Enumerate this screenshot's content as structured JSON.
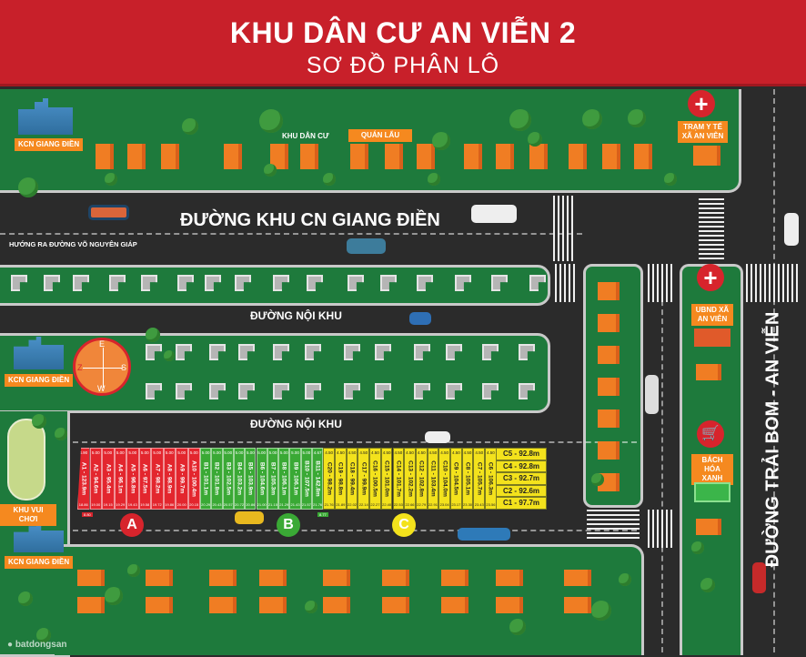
{
  "header": {
    "title": "KHU DÂN CƯ AN VIỄN 2",
    "subtitle": "SƠ ĐỒ PHÂN LÔ"
  },
  "roads": {
    "main": "ĐƯỜNG KHU CN GIANG ĐIỀN",
    "direction": "HƯỚNG RA ĐƯỜNG VÕ NGUYÊN GIÁP",
    "internal1": "ĐƯỜNG NỘI KHU",
    "internal2": "ĐƯỜNG NỘI KHU",
    "vertical": "ĐƯỜNG TRẢI BOM - AN VIỄN"
  },
  "labels": {
    "kcn1": "KCN GIANG ĐIỀN",
    "kcn2": "KCN GIANG ĐIỀN",
    "kcn3": "KCN GIANG ĐIỀN",
    "residential": "KHU DÂN CƯ",
    "quan_lau": "QUÁN LẨU",
    "clinic": "TRẠM Y TẾ XÃ AN VIỄN",
    "ubnd": "UBND XÃ AN VIỄN",
    "bach_hoa_xanh": "BÁCH HÓA XANH",
    "playground": "KHU VUI CHƠI",
    "watermark": "batdongsan"
  },
  "compass": {
    "n": "E",
    "s": "W",
    "w": "Z",
    "e": "S"
  },
  "zones": [
    {
      "name": "A",
      "color": "#d7242c"
    },
    {
      "name": "B",
      "color": "#3aa935"
    },
    {
      "name": "C",
      "color": "#f3e21c"
    }
  ],
  "extra_dims": {
    "a": "8.80",
    "b": "8.77"
  },
  "lots_row": [
    {
      "label": "A1 - 123.9m",
      "w": "4.90",
      "d": "18.86",
      "zone": "A"
    },
    {
      "label": "A2 - 94.6m",
      "w": "5.00",
      "d": "19.00",
      "zone": "A"
    },
    {
      "label": "A3 - 95.4m",
      "w": "5.00",
      "d": "19.15",
      "zone": "A"
    },
    {
      "label": "A4 - 96.1m",
      "w": "5.00",
      "d": "19.29",
      "zone": "A"
    },
    {
      "label": "A5 - 96.8m",
      "w": "5.00",
      "d": "19.43",
      "zone": "A"
    },
    {
      "label": "A6 - 97.5m",
      "w": "5.00",
      "d": "19.58",
      "zone": "A"
    },
    {
      "label": "A7 - 98.2m",
      "w": "5.00",
      "d": "19.72",
      "zone": "A"
    },
    {
      "label": "A8 - 98.9m",
      "w": "5.00",
      "d": "19.86",
      "zone": "A"
    },
    {
      "label": "A9 - 99.7m",
      "w": "5.00",
      "d": "20.00",
      "zone": "A"
    },
    {
      "label": "A10 - 100.4m",
      "w": "5.00",
      "d": "20.15",
      "zone": "A"
    },
    {
      "label": "B1 - 101.1m",
      "w": "5.00",
      "d": "20.29",
      "zone": "B"
    },
    {
      "label": "B2 - 101.8m",
      "w": "5.00",
      "d": "20.43",
      "zone": "B"
    },
    {
      "label": "B3 - 102.5m",
      "w": "5.00",
      "d": "20.57",
      "zone": "B"
    },
    {
      "label": "B4 - 103.2m",
      "w": "5.00",
      "d": "20.72",
      "zone": "B"
    },
    {
      "label": "B5 - 103.9m",
      "w": "5.00",
      "d": "20.86",
      "zone": "B"
    },
    {
      "label": "B6 - 104.6m",
      "w": "5.00",
      "d": "21.00",
      "zone": "B"
    },
    {
      "label": "B7 - 105.3m",
      "w": "5.00",
      "d": "21.15",
      "zone": "B"
    },
    {
      "label": "B8 - 106.1m",
      "w": "5.00",
      "d": "21.29",
      "zone": "B"
    },
    {
      "label": "B9 - 106.1m",
      "w": "5.00",
      "d": "21.43",
      "zone": "B"
    },
    {
      "label": "B10 - 107.5m",
      "w": "5.00",
      "d": "21.57",
      "zone": "B"
    },
    {
      "label": "B11 - 142.8m",
      "w": "4.67",
      "d": "21.76",
      "zone": "B"
    },
    {
      "label": "C20 - 98.2m",
      "w": "4.50",
      "d": "21.76",
      "zone": "C"
    },
    {
      "label": "C19 - 98.8m",
      "w": "4.50",
      "d": "21.89",
      "zone": "C"
    },
    {
      "label": "C18 - 99.4m",
      "w": "4.50",
      "d": "22.02",
      "zone": "C"
    },
    {
      "label": "C17 - 99.9m",
      "w": "4.50",
      "d": "22.14",
      "zone": "C"
    },
    {
      "label": "C16 - 100.5m",
      "w": "4.50",
      "d": "22.27",
      "zone": "C"
    },
    {
      "label": "C15 - 101.0m",
      "w": "4.50",
      "d": "22.40",
      "zone": "C"
    },
    {
      "label": "C14 - 101.7m",
      "w": "4.50",
      "d": "22.53",
      "zone": "C"
    },
    {
      "label": "C13 - 102.2m",
      "w": "4.50",
      "d": "22.66",
      "zone": "C"
    },
    {
      "label": "C12 - 102.8m",
      "w": "4.50",
      "d": "22.79",
      "zone": "C"
    },
    {
      "label": "C11 - 103.4m",
      "w": "4.50",
      "d": "22.91",
      "zone": "C"
    },
    {
      "label": "C10 - 104.0m",
      "w": "4.50",
      "d": "23.04",
      "zone": "C"
    },
    {
      "label": "C9 - 104.5m",
      "w": "4.50",
      "d": "23.17",
      "zone": "C"
    },
    {
      "label": "C8 - 105.1m",
      "w": "4.50",
      "d": "23.30",
      "zone": "C"
    },
    {
      "label": "C7 - 105.7m",
      "w": "4.50",
      "d": "23.43",
      "zone": "C"
    },
    {
      "label": "C6 - 106.3m",
      "w": "4.50",
      "d": "23.56",
      "zone": "C"
    }
  ],
  "lots_stack": [
    {
      "label": "C5 - 92.8m"
    },
    {
      "label": "C4 - 92.8m"
    },
    {
      "label": "C3 - 92.7m"
    },
    {
      "label": "C2 - 92.6m"
    },
    {
      "label": "C1 - 97.7m"
    }
  ]
}
